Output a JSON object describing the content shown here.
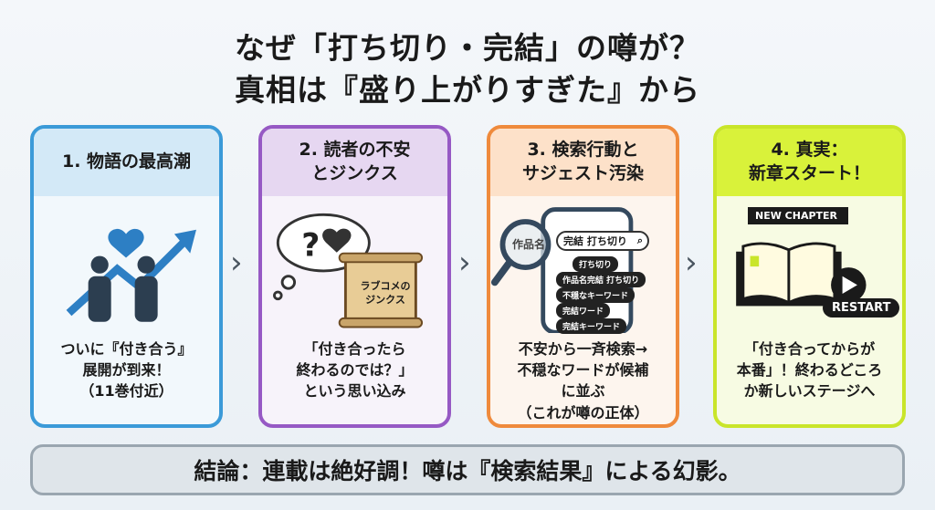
{
  "title": {
    "line1": "なぜ「打ち切り・完結」の噂が？",
    "line2": "真相は『盛り上がりすぎた』から"
  },
  "cards": [
    {
      "heading": "1. 物語の最高潮",
      "body": [
        "ついに『付き合う』",
        "展開が到来！",
        "（11巻付近）"
      ]
    },
    {
      "heading": [
        "2. 読者の不安",
        "とジンクス"
      ],
      "scroll": [
        "ラブコメの",
        "ジンクス"
      ],
      "body": [
        "「付き合ったら",
        "終わるのでは？」",
        "という思い込み"
      ]
    },
    {
      "heading": [
        "3. 検索行動と",
        "サジェスト汚染"
      ],
      "search": {
        "magnified": "作品名",
        "query": "完結 打ち切り",
        "suggestions": [
          "打ち切り",
          "作品名完結 打ち切り",
          "不穏なキーワード",
          "完結ワード",
          "完結キーワード"
        ]
      },
      "body": [
        "不安から一斉検索→",
        "不穏なワードが候補",
        "に並ぶ",
        "（これが噂の正体）"
      ]
    },
    {
      "heading": [
        "4. 真実：",
        "新章スタート！"
      ],
      "ribbon": "NEW CHAPTER",
      "restart": "RESTART",
      "body": [
        "「付き合ってから",
        "が",
        "本番」！終わるどころ",
        "か新しいステージへ"
      ]
    }
  ],
  "conclusion": "結論：連載は絶好調！噂は『検索結果』による幻影。"
}
